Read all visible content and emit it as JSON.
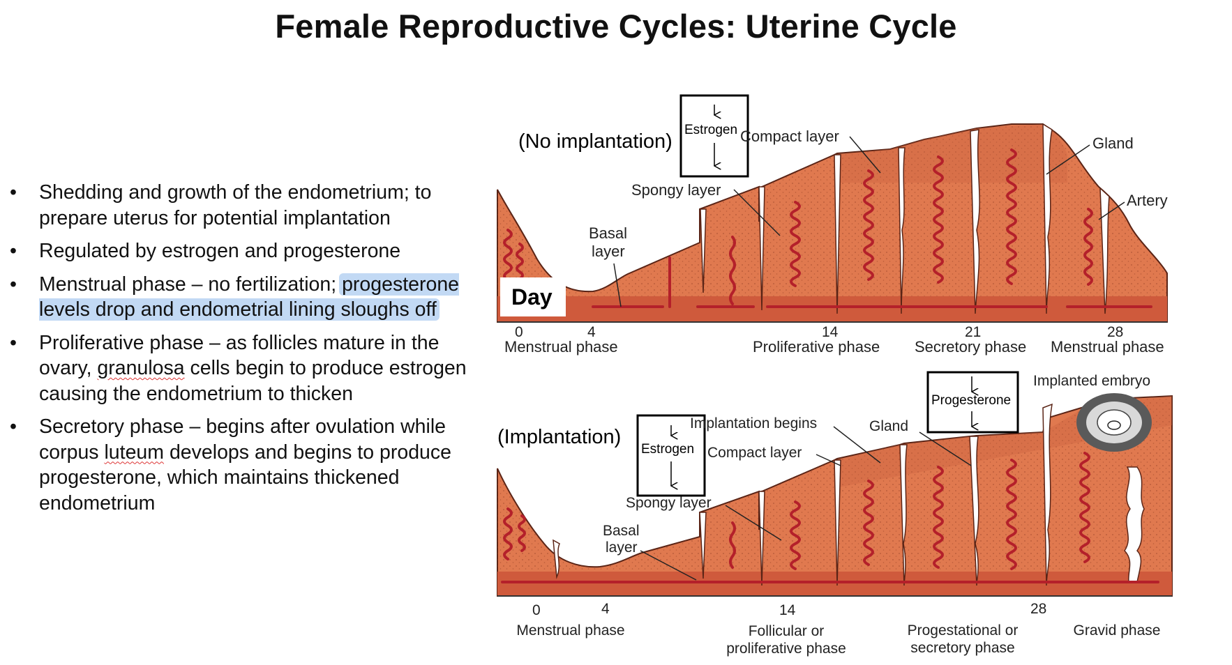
{
  "title": "Female Reproductive Cycles: Uterine Cycle",
  "bullets": {
    "b1": "Shedding and growth of the endometrium; to prepare uterus for potential implantation",
    "b2": "Regulated by estrogen and progesterone",
    "b3_a": "Menstrual phase – no fertilization;",
    "b3_hl": "progesterone levels drop and endometrial lining sloughs off",
    "b4_a": "Proliferative phase – as follicles mature in the ovary,",
    "b4_word": "granulosa",
    "b4_b": "cells begin to produce estrogen causing the endometrium to thicken",
    "b5_a": "Secretory phase – begins after ovulation while corpus",
    "b5_word": "luteum",
    "b5_b": "develops and begins to produce progesterone, which maintains thickened endometrium"
  },
  "top_diagram": {
    "case_label": "(No implantation)",
    "hormone_box": "Estrogen",
    "labels": {
      "compact": "Compact layer",
      "spongy": "Spongy layer",
      "basal_1": "Basal",
      "basal_2": "layer",
      "gland": "Gland",
      "artery": "Artery",
      "day": "Day"
    },
    "day_ticks": [
      "0",
      "4",
      "14",
      "21",
      "28"
    ],
    "phases": [
      "Menstrual phase",
      "Proliferative phase",
      "Secretory phase",
      "Menstrual phase"
    ]
  },
  "bottom_diagram": {
    "case_label": "(Implantation)",
    "hormone_box_1": "Estrogen",
    "hormone_box_2": "Progesterone",
    "labels": {
      "implantation": "Implantation begins",
      "gland": "Gland",
      "compact": "Compact layer",
      "spongy": "Spongy layer",
      "basal_1": "Basal",
      "basal_2": "layer",
      "embryo": "Implanted embryo"
    },
    "day_ticks": [
      "0",
      "4",
      "14",
      "28"
    ],
    "phases": {
      "p1": "Menstrual phase",
      "p2a": "Follicular or",
      "p2b": "proliferative phase",
      "p3a": "Progestational or",
      "p3b": "secretory phase",
      "p4": "Gravid phase"
    }
  },
  "colors": {
    "tissue": "#e0794f",
    "tissue_dark": "#c9603e",
    "basal": "#cf5a3c",
    "vessel": "#b4202a",
    "highlight": "#a9c7ee"
  }
}
